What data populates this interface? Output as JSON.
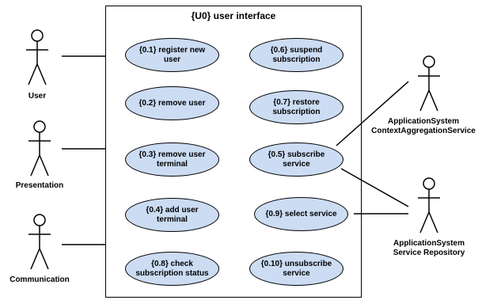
{
  "system": {
    "title": "{U0} user interface"
  },
  "use_cases": {
    "uc_0_1": "{0.1} register new\nuser",
    "uc_0_2": "{0.2} remove user",
    "uc_0_3": "{0.3} remove user\nterminal",
    "uc_0_4": "{0.4} add user\nterminal",
    "uc_0_8": "{0.8} check\nsubscription status",
    "uc_0_6": "{0.6} suspend\nsubscription",
    "uc_0_7": "{0.7} restore\nsubscription",
    "uc_0_5": "{0.5} subscribe\nservice",
    "uc_0_9": "{0.9} select service",
    "uc_0_10": "{0.10} unsubscribe\nservice"
  },
  "actors": {
    "user": "User",
    "presentation": "Presentation",
    "communication": "Communication",
    "context_aggregation": "ApplicationSystem\nContextAggregationService",
    "service_repository": "ApplicationSystem\nService Repository"
  },
  "colors": {
    "usecase_fill": "#cbdcf3",
    "stroke": "#000000"
  }
}
